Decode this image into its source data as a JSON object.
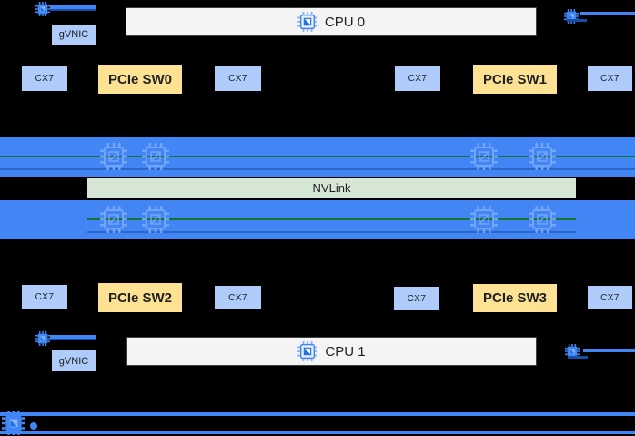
{
  "colors": {
    "bar_blue": "#4285f4",
    "box_blue": "#aecbfa",
    "box_yellow": "#fde293",
    "nvlink_green": "#d7e7d5",
    "link_green": "#137333",
    "cpu_fill": "#f4f4f4",
    "navy": "#174ea6"
  },
  "nodes": {
    "cpu0": "CPU 0",
    "cpu1": "CPU 1",
    "nvlink": "NVLink",
    "gvnic_top": "gVNIC",
    "gvnic_bottom": "gVNIC",
    "switches": [
      {
        "label": "PCIe SW0"
      },
      {
        "label": "PCIe SW1"
      },
      {
        "label": "PCIe SW2"
      },
      {
        "label": "PCIe SW3"
      }
    ],
    "nics_top": [
      {
        "label": "CX7"
      },
      {
        "label": "CX7"
      },
      {
        "label": "CX7"
      },
      {
        "label": "CX7"
      }
    ],
    "nics_bottom": [
      {
        "label": "CX7"
      },
      {
        "label": "CX7"
      },
      {
        "label": "CX7"
      },
      {
        "label": "CX7"
      }
    ]
  },
  "icons": {
    "cpu_icon": "chip-icon",
    "gpu_icon": "gpu-chip-icon",
    "port_icon": "network-port-icon"
  }
}
